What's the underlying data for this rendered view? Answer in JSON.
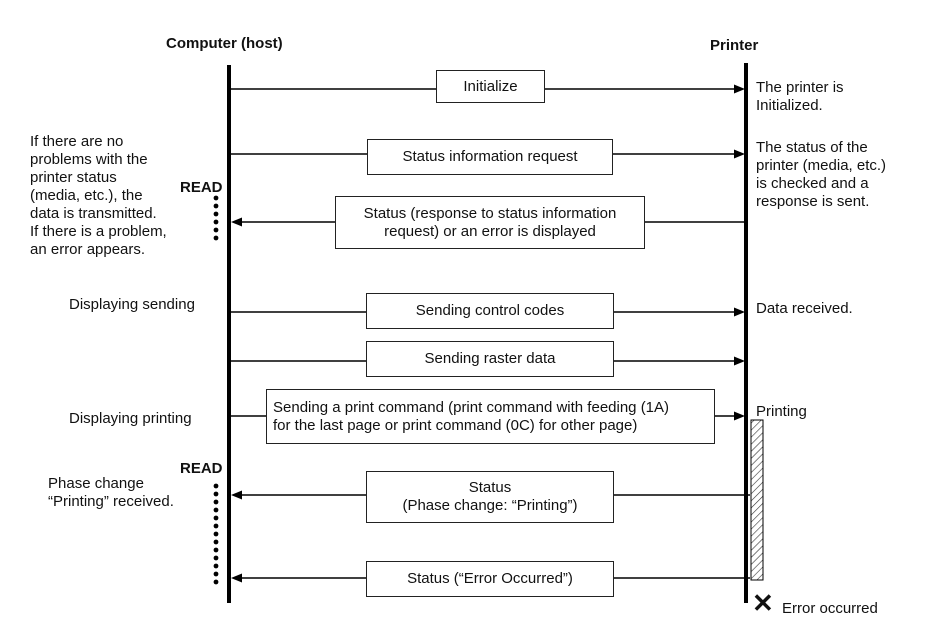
{
  "headers": {
    "computer": "Computer (host)",
    "printer": "Printer"
  },
  "messages": [
    {
      "id": "initialize",
      "label": "Initialize",
      "direction": "to-printer"
    },
    {
      "id": "status-request",
      "label": "Status information request",
      "direction": "to-printer"
    },
    {
      "id": "status-response",
      "label": "Status (response to status information\nrequest) or an error is displayed",
      "direction": "to-host"
    },
    {
      "id": "control-codes",
      "label": "Sending control codes",
      "direction": "to-printer"
    },
    {
      "id": "raster-data",
      "label": "Sending raster data",
      "direction": "to-printer"
    },
    {
      "id": "print-command",
      "label": "Sending a print command (print command with feeding (1A)\nfor the last page or print command (0C) for other page)",
      "direction": "to-printer"
    },
    {
      "id": "status-printing",
      "label": "Status\n(Phase change: “Printing”)",
      "direction": "to-host"
    },
    {
      "id": "status-error",
      "label": "Status (“Error Occurred”)",
      "direction": "to-host"
    }
  ],
  "host_notes": {
    "no_problems": "If there are no\nproblems with the\nprinter status\n(media, etc.), the\ndata is transmitted.\nIf there is a problem,\nan error appears.",
    "displaying_sending": "Displaying sending",
    "displaying_printing": "Displaying printing",
    "phase_change": "Phase change\n“Printing” received."
  },
  "read_labels": [
    "READ",
    "READ"
  ],
  "printer_notes": {
    "initialized": "The printer is\nInitialized.",
    "status_checked": "The status of the\nprinter (media, etc.)\nis checked and a\nresponse is sent.",
    "data_received": "Data received.",
    "printing": "Printing",
    "error_occurred": "Error occurred"
  },
  "icons": {
    "error": "close-x-icon"
  }
}
